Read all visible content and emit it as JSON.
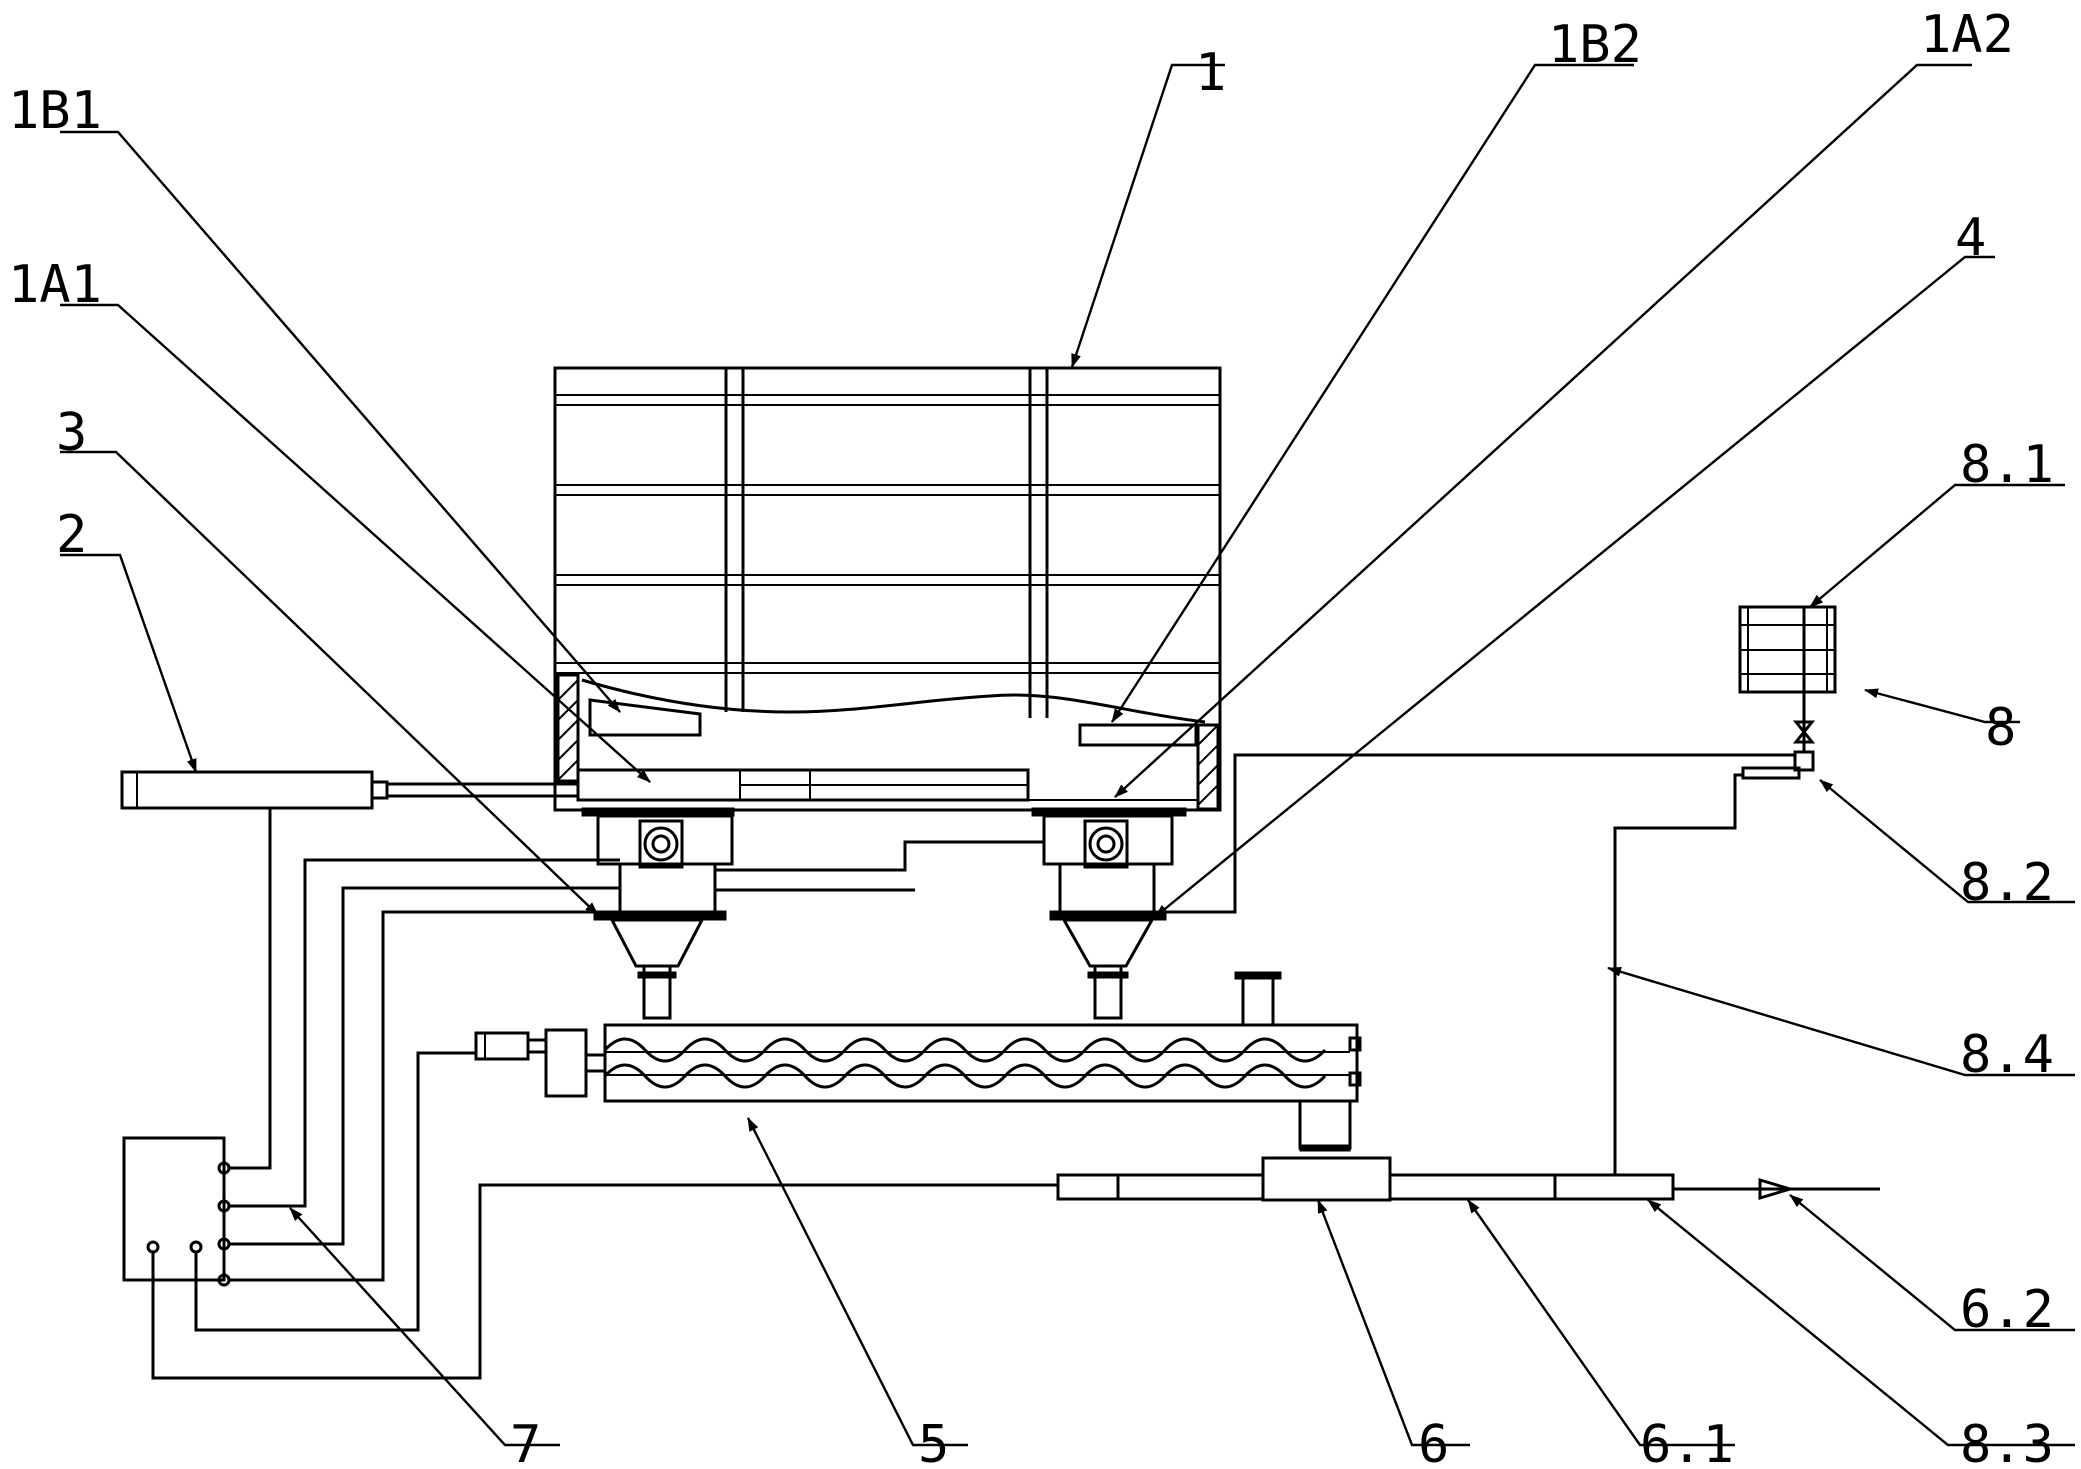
{
  "labels": {
    "l1": "1",
    "l1A1": "1A1",
    "l1A2": "1A2",
    "l1B1": "1B1",
    "l1B2": "1B2",
    "l2": "2",
    "l3": "3",
    "l4": "4",
    "l5": "5",
    "l6": "6",
    "l6_1": "6.1",
    "l6_2": "6.2",
    "l7": "7",
    "l8": "8",
    "l8_1": "8.1",
    "l8_2": "8.2",
    "l8_3": "8.3",
    "l8_4": "8.4"
  }
}
